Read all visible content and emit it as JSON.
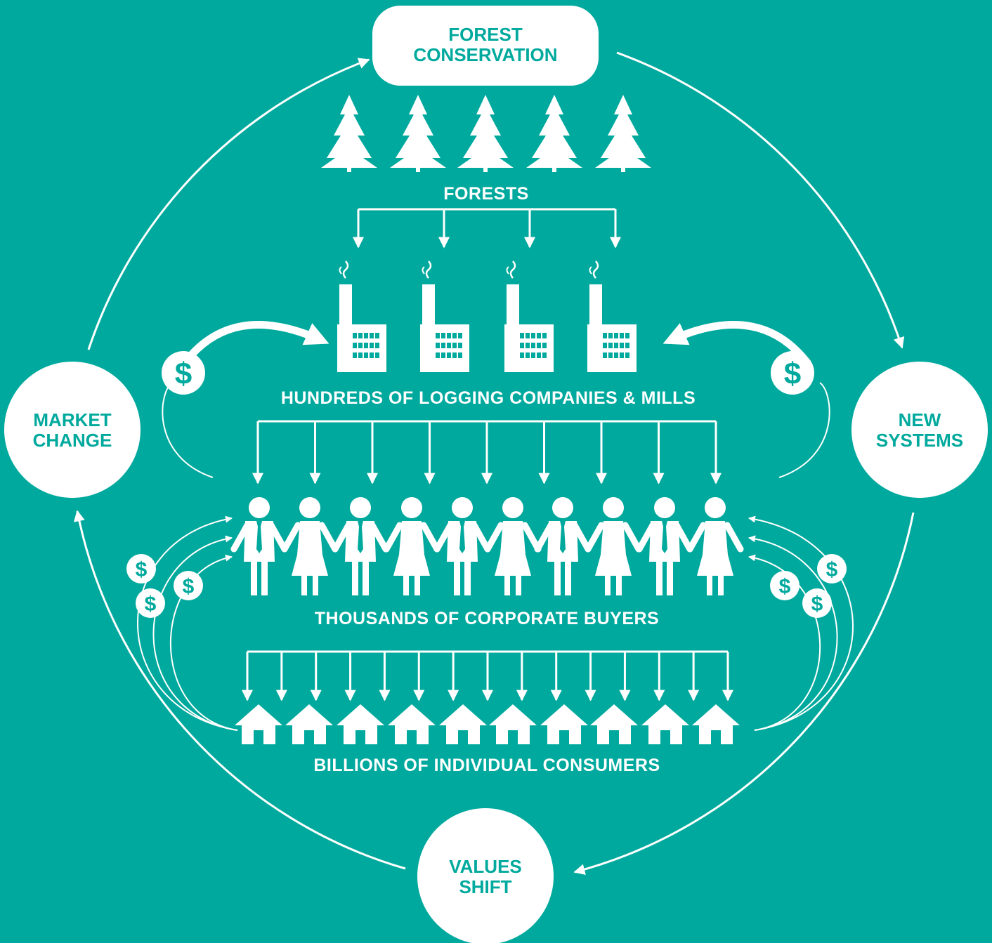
{
  "cycle": {
    "top": "FOREST\nCONSERVATION",
    "left": "MARKET\nCHANGE",
    "right": "NEW\nSYSTEMS",
    "bottom": "VALUES\nSHIFT"
  },
  "tiers": {
    "forests": "FORESTS",
    "mills": "HUNDREDS OF LOGGING COMPANIES & MILLS",
    "buyers": "THOUSANDS OF CORPORATE BUYERS",
    "consumers": "BILLIONS OF INDIVIDUAL CONSUMERS"
  },
  "dollar_symbol": "$",
  "counts": {
    "trees": 5,
    "factories": 4,
    "people": 10,
    "houses": 10
  },
  "colors": {
    "background": "#00a99d",
    "foreground": "#ffffff",
    "accent": "#00a99d"
  }
}
